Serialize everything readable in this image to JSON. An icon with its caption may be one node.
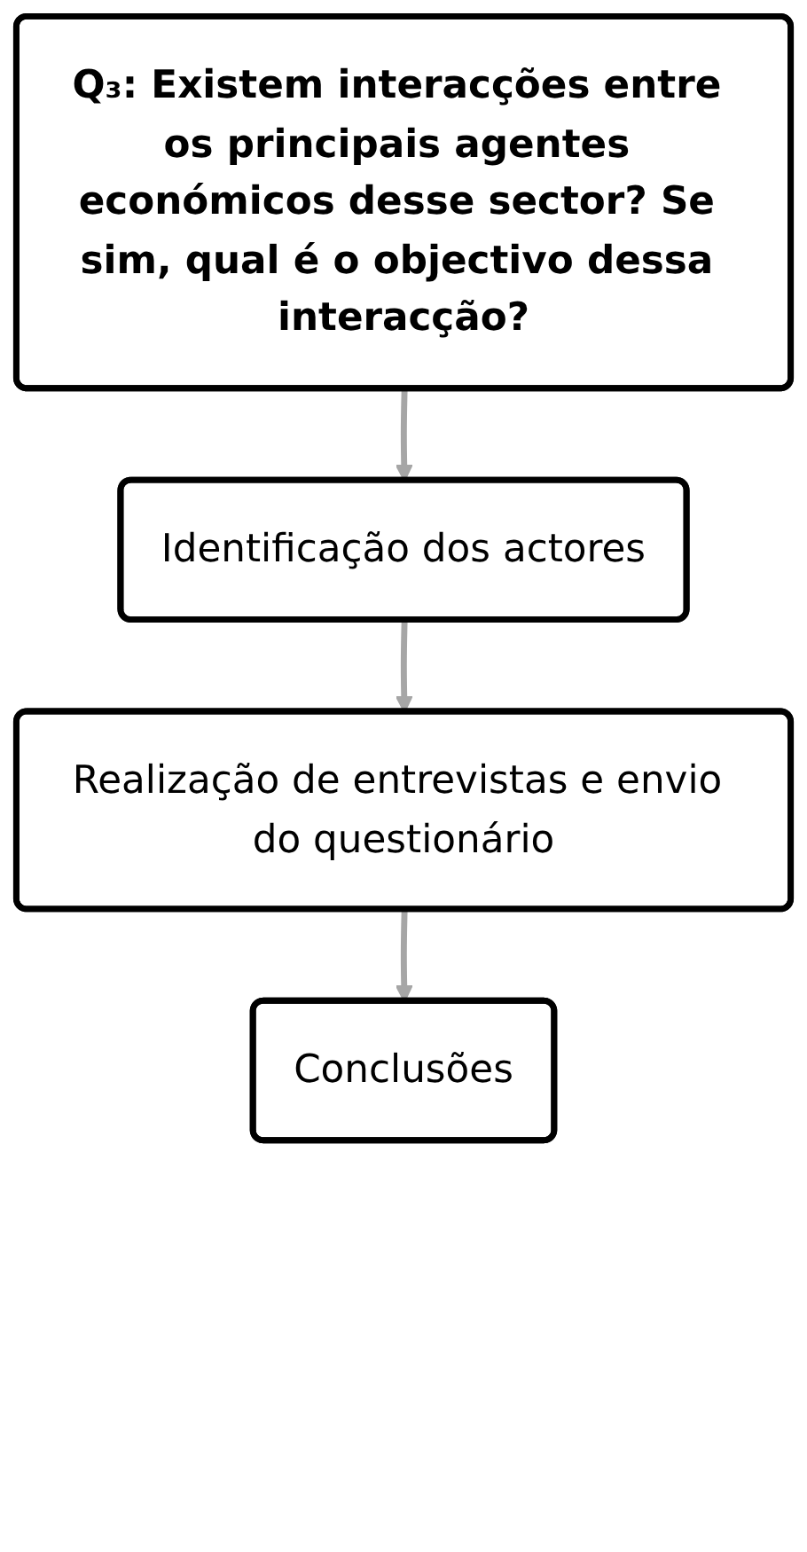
{
  "diagram": {
    "nodes": [
      {
        "text": [
          "Q₃: Existem interacções entre os principais agentes económicos desse sector? Se sim, qual é o objectivo dessa interacção?"
        ]
      },
      {
        "text": [
          "Identificação dos actores"
        ]
      },
      {
        "text": [
          "Realização de entrevistas e envio do questionário"
        ]
      },
      {
        "text": [
          "Conclusões"
        ]
      }
    ],
    "edges": [
      {
        "from": 0,
        "to": 1,
        "arrow": "to"
      },
      {
        "from": 1,
        "to": 2,
        "arrow": "to"
      },
      {
        "from": 2,
        "to": 3,
        "arrow": "to"
      }
    ]
  }
}
